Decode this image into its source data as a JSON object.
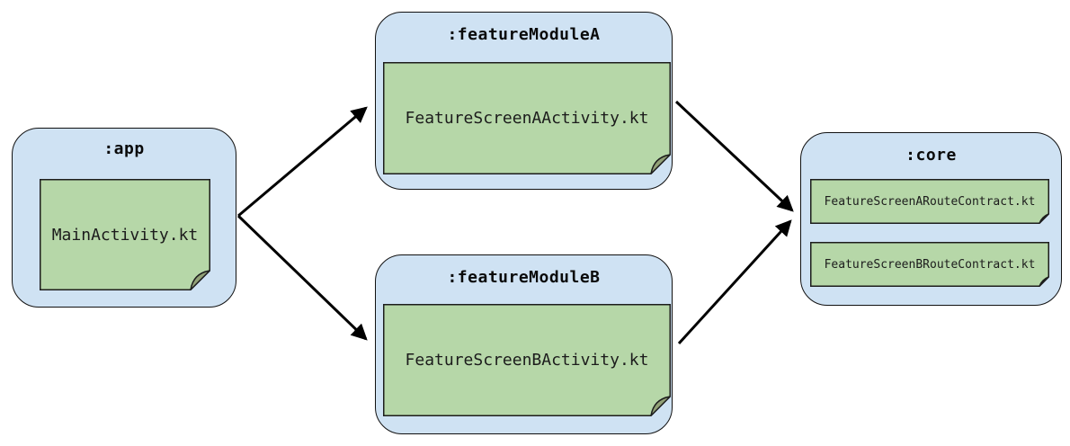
{
  "diagram": {
    "type": "module-dependency-diagram",
    "modules": [
      {
        "title": ":app",
        "files": [
          "MainActivity.kt"
        ]
      },
      {
        "title": ":featureModuleA",
        "files": [
          "FeatureScreenAActivity.kt"
        ]
      },
      {
        "title": ":featureModuleB",
        "files": [
          "FeatureScreenBActivity.kt"
        ]
      },
      {
        "title": ":core",
        "files": [
          "FeatureScreenARouteContract.kt",
          "FeatureScreenBRouteContract.kt"
        ]
      }
    ],
    "edges": [
      {
        "from": ":app",
        "to": ":featureModuleA"
      },
      {
        "from": ":app",
        "to": ":featureModuleB"
      },
      {
        "from": ":featureModuleA",
        "to": ":core"
      },
      {
        "from": ":featureModuleB",
        "to": ":core"
      }
    ]
  },
  "colors": {
    "canvas_bg": "#ffffff",
    "module_fill": "#cfe2f3",
    "module_border": "#111111",
    "file_fill": "#b6d7a8",
    "file_border": "#1d1d1d",
    "fold_fill": "#92a177",
    "title_text": "#0a0a0a",
    "file_text": "#1c1c1c",
    "edge_color": "#000000"
  }
}
